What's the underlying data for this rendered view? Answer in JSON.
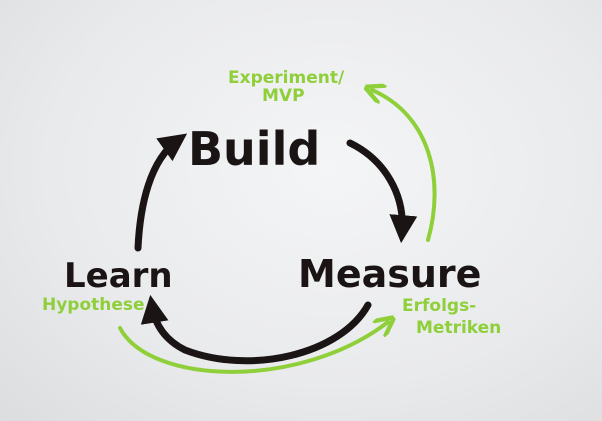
{
  "diagram": {
    "nodes": {
      "build": "Build",
      "measure": "Measure",
      "learn": "Learn"
    },
    "annotations": {
      "experiment_line1": "Experiment/",
      "experiment_line2": "MVP",
      "hypothesis": "Hypothese",
      "metrics_line1": "Erfolgs-",
      "metrics_line2": "Metriken"
    },
    "colors": {
      "cycle_arrows": "#1a1414",
      "annotation": "#8fcf3a",
      "background": "#eceded"
    }
  }
}
